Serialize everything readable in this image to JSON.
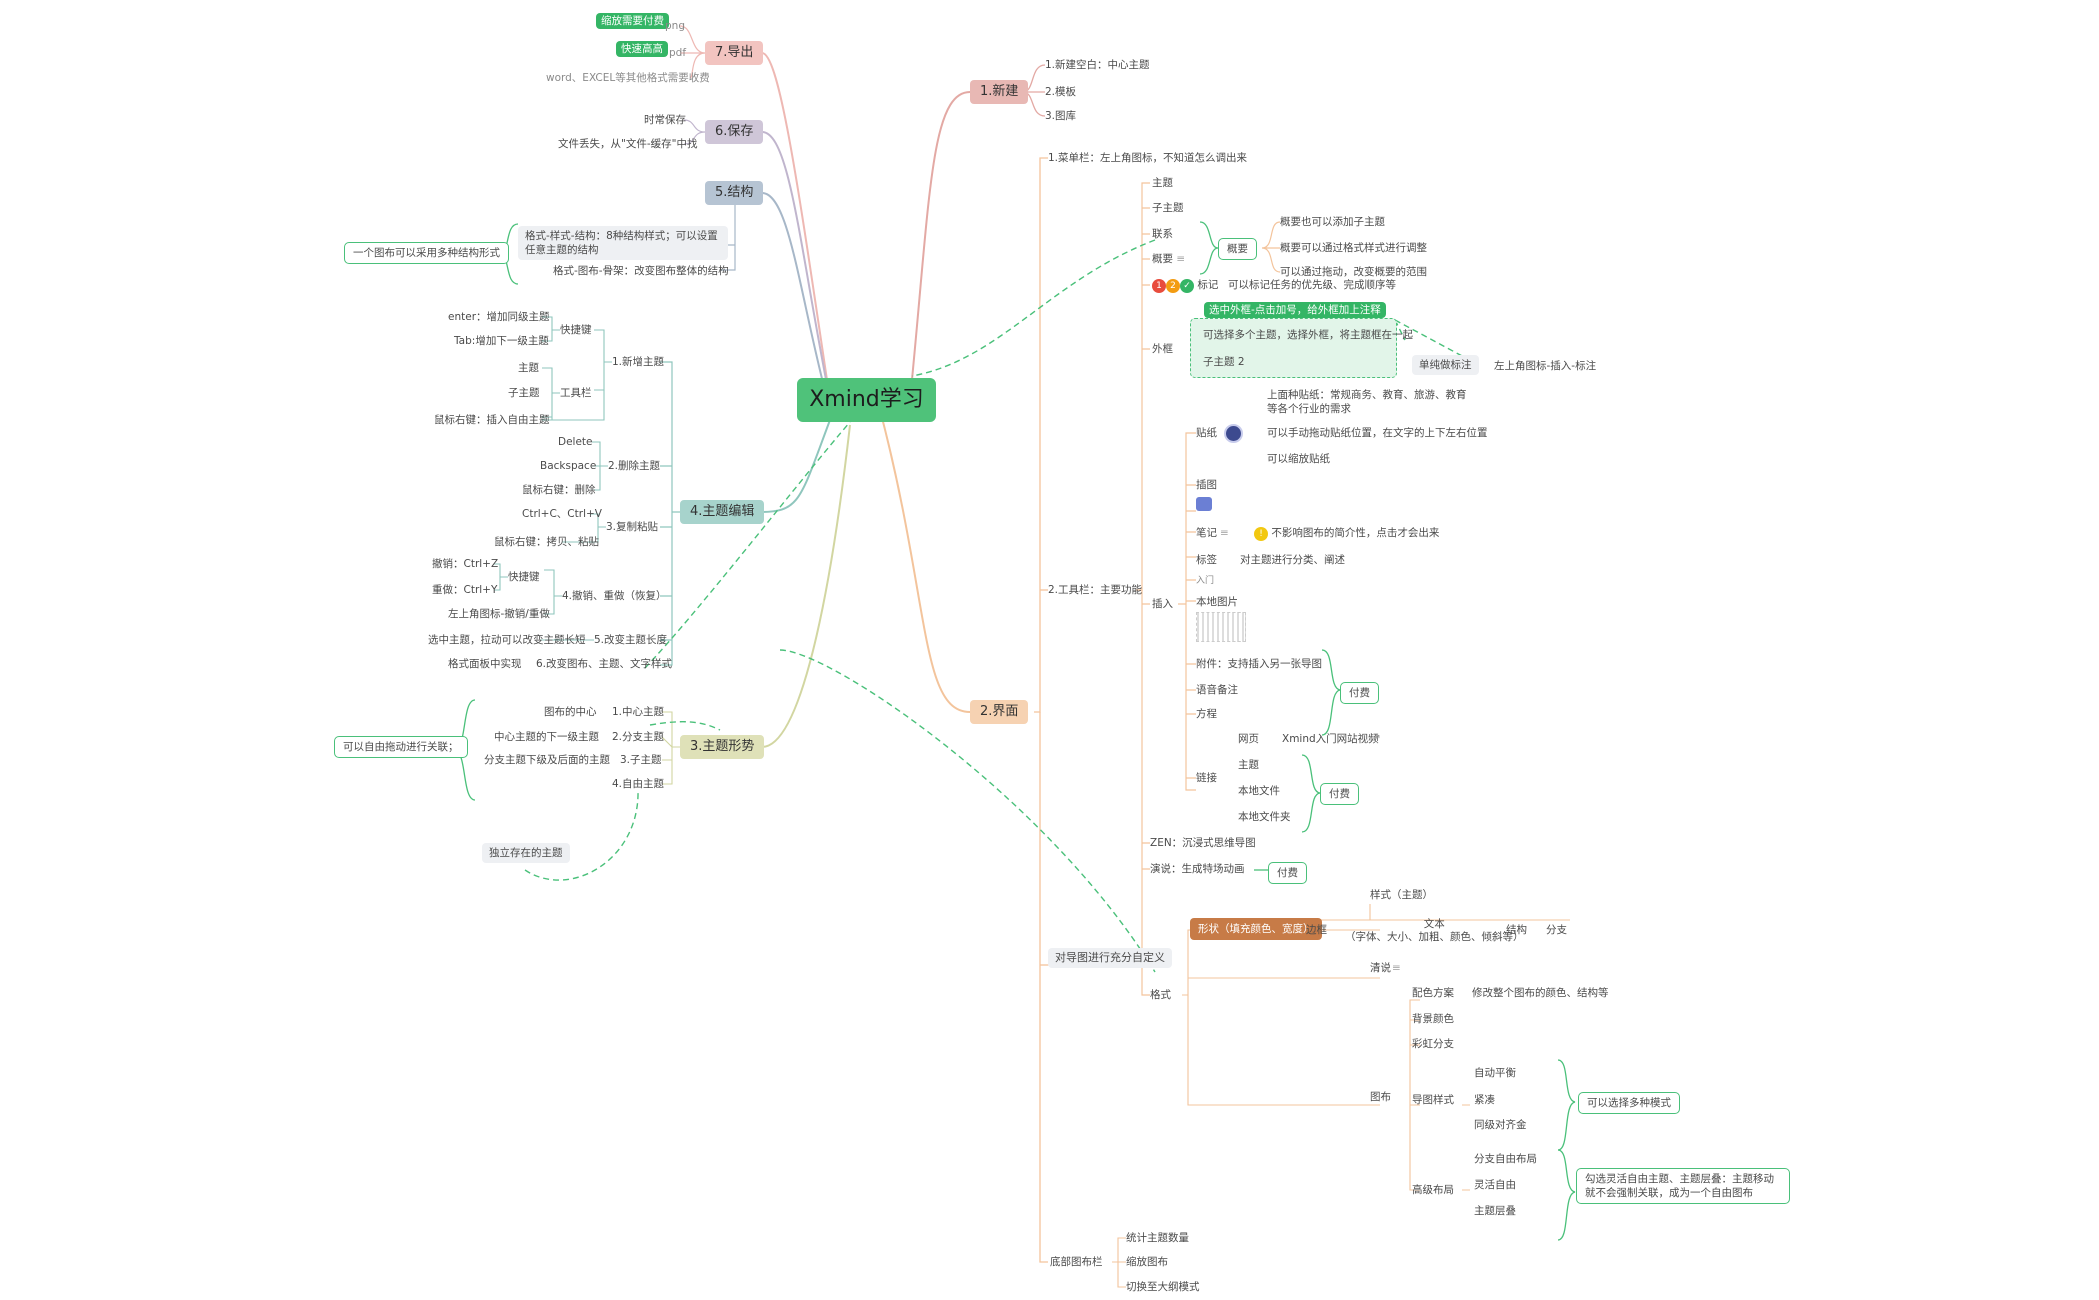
{
  "root": "Xmind学习",
  "colors": {
    "green_accent": "#34b565",
    "xinjian": "#e8b8b4",
    "jiemian": "#f6d2b2",
    "daochu": "#f2c4c0",
    "baocun": "#cfc6d8",
    "jiegou": "#b6c4d3",
    "zhuti_bianji": "#a7d3cc",
    "zhuti_xingshi": "#dfe1b8"
  },
  "branch1": {
    "title": "1.新建",
    "items": [
      "1.新建空白：中心主题",
      "2.模板",
      "3.图库"
    ]
  },
  "branch2": {
    "title": "2.界面",
    "caidan": "1.菜单栏：左上角图标，不知道怎么调出来",
    "gongju": "2.工具栏：主要功能",
    "g1": [
      "主题",
      "子主题",
      "联系",
      "概要"
    ],
    "gaiyao_box": "概要",
    "gaiyao_items": [
      "概要也可以添加子主题",
      "概要可以通过格式样式进行调整",
      "可以通过拖动，改变概要的范围"
    ],
    "biaoji": "标记",
    "biaoji_desc": "可以标记任务的优先级、完成顺序等",
    "waikuang": "外框",
    "wk_tag": "选中外框-点击加号，给外框加上注释",
    "wk_desc": "可选择多个主题，选择外框，将主题框在一起",
    "wk_sub": "子主题 2",
    "danchun": "单纯做标注",
    "danchun_desc": "左上角图标-插入-标注",
    "charu": "插入",
    "tiezhi": "贴纸",
    "tz_items": [
      "上面种贴纸：常规商务、教育、旅游、教育等各个行业的需求",
      "可以手动拖动贴纸位置，在文字的上下左右位置",
      "可以缩放贴纸"
    ],
    "chatu": "插图",
    "biji": "笔记",
    "biji_desc": "不影响图布的简介性，点击才会出来",
    "biaoqian": "标签",
    "biaoqian_desc": "对主题进行分类、阐述",
    "rumen": "入门",
    "bendi_tupian": "本地图片",
    "fujian": "附件：支持插入另一张导图",
    "yuyin": "语音备注",
    "fangcheng": "方程",
    "fufei": "付费",
    "lianjie": "链接",
    "wangye": "网页",
    "wangye_desc": "Xmind入门网站视频",
    "lj_items": [
      "主题",
      "本地文件",
      "本地文件夹"
    ],
    "zen": "ZEN：沉浸式思维导图",
    "yanshuo": "演说：生成特场动画",
    "dui_daotu": "对导图进行充分自定义",
    "geshi": "格式",
    "yangshi": "样式（主题）",
    "xingzhuang": "形状（填充颜色、宽度）",
    "biankuang": "边框",
    "wenben": "文本",
    "wenben_sub": "（字体、大小、加粗、颜色、倾斜等）",
    "jiegou": "结构",
    "fenzhi": "分支",
    "qingshuo": "清说",
    "tubu": "图布",
    "peise": "配色方案",
    "peise_desc": "修改整个图布的颜色、结构等",
    "beijing": "背景颜色",
    "caihong": "彩虹分支",
    "daotu_yangshi": "导图样式",
    "dt_items": [
      "自动平衡",
      "紧凑",
      "同级对齐金"
    ],
    "kexuan": "可以选择多种模式",
    "gaoji": "高级布局",
    "gj_items": [
      "分支自由布局",
      "灵活自由",
      "主题层叠"
    ],
    "gj_desc": "勾选灵活自由主题、主题层叠：主题移动就不会强制关联，成为一个自由图布",
    "dibu": "底部图布栏",
    "dibu_items": [
      "统计主题数量",
      "缩放图布",
      "切换至大纲模式"
    ]
  },
  "branch7": {
    "title": "7.导出",
    "png": "png",
    "png_tag": "缩放需要付费",
    "pdf": "pdf",
    "pdf_tag": "快速高高",
    "word": "word、EXCEL等其他格式需要收费"
  },
  "branch6": {
    "title": "6.保存",
    "items": [
      "时常保存",
      "文件丢失，从\"文件-缓存\"中找"
    ]
  },
  "branch5": {
    "title": "5.结构",
    "item1": "格式-样式-结构：8种结构样式；可以设置任意主题的结构",
    "item2": "格式-图布-骨架：改变图布整体的结构",
    "note": "一个图布可以采用多种结构形式"
  },
  "branch4": {
    "title": "4.主题编辑",
    "s1": "1.新增主题",
    "kuaijie": "快捷键",
    "enter": "enter：增加同级主题",
    "tab": "Tab:增加下一级主题",
    "gongjulan": "工具栏",
    "zhuti": "主题",
    "zizhuti": "子主题",
    "shubiao_charu": "鼠标右键：插入自由主题",
    "s2": "2.删除主题",
    "delete": "Delete",
    "backspace": "Backspace",
    "shubiao_shanchu": "鼠标右键：删除",
    "s3": "3.复制粘贴",
    "ctrl": "Ctrl+C、Ctrl+V",
    "shubiao_kaobei": "鼠标右键：拷贝、粘贴",
    "s4": "4.撤销、重做（恢复）",
    "kuaijie2": "快捷键",
    "chexiao": "撤销：Ctrl+Z",
    "chongzuo": "重做：Ctrl+Y",
    "zuoshang": "左上角图标-撤销/重做",
    "s5": "5.改变主题长度",
    "s5_desc": "选中主题，拉动可以改变主题长短",
    "s6": "6.改变图布、主题、文字样式",
    "s6_desc": "格式面板中实现"
  },
  "branch3": {
    "title": "3.主题形势",
    "items": [
      "1.中心主题",
      "2.分支主题",
      "3.子主题",
      "4.自由主题"
    ],
    "descs": [
      "图布的中心",
      "中心主题的下一级主题",
      "分支主题下级及后面的主题"
    ],
    "note": "可以自由拖动进行关联；",
    "duli": "独立存在的主题"
  }
}
